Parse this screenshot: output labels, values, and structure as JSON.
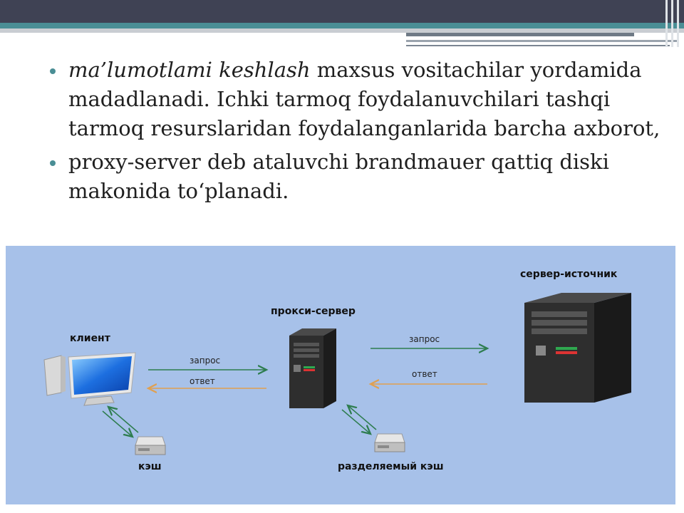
{
  "slide": {
    "bullets": [
      {
        "italic": "ma’lumotlami keshlash",
        "text": " maxsus vositachilar yordamida madadlanadi. Ichki tarmoq foydalanuvchilari tashqi tarmoq resurslaridan foydalanganlarida barcha axborot,"
      },
      {
        "italic": "",
        "text": "proxy-server deb ataluvchi brandmauer qattiq diski makonida to‘planadi."
      }
    ],
    "accent_color": "#4a8e95"
  },
  "diagram": {
    "background": "#a7c1e9",
    "nodes": {
      "client": "клиент",
      "proxy": "прокси-сервер",
      "origin": "сервер-источник",
      "cache": "кэш",
      "shared_cache": "разделяемый кэш"
    },
    "arrows": {
      "request_left": "запрос",
      "response_left": "ответ",
      "request_right": "запрос",
      "response_right": "ответ"
    },
    "colors": {
      "request": "#2e7d4f",
      "response": "#e0a050"
    }
  }
}
